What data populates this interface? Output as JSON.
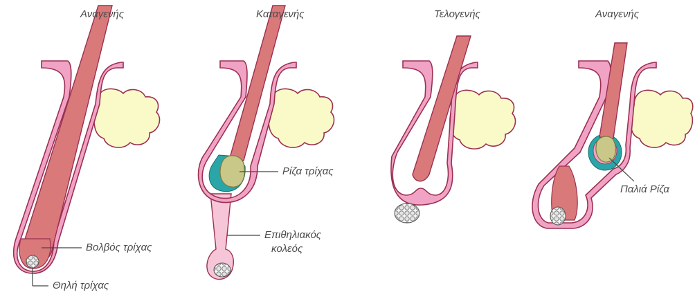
{
  "stages": [
    {
      "title": "Αναγενής"
    },
    {
      "title": "Καταγενής"
    },
    {
      "title": "Τελογενής"
    },
    {
      "title": "Αναγενής"
    }
  ],
  "labels": {
    "bulb": "Βολβός τρίχας",
    "papilla": "Θηλή τρίχας",
    "root": "Ρίζα τρίχας",
    "sheath_line1": "Επιθηλιακός",
    "sheath_line2": "κολεός",
    "old_root": "Παλιά Ρίζα"
  },
  "colors": {
    "hair_shaft": "#d9797a",
    "follicle": "#f1a3c6",
    "follicle_outline": "#9b3050",
    "gland": "#fafac8",
    "root_fill": "#c9c888",
    "sheath_teal": "#2aa6a8",
    "sheath_light": "#f6c6d8",
    "papilla": "#e0e0e0"
  }
}
